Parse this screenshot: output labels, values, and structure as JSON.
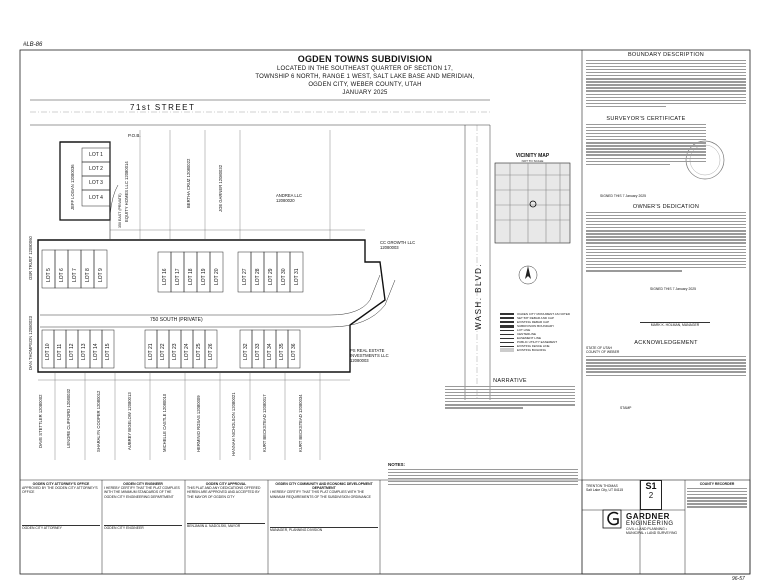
{
  "corner_note": "#LB-86",
  "stamp_bottom_right": "96-57",
  "title": {
    "name": "OGDEN TOWNS SUBDIVISION",
    "lines": [
      "LOCATED IN THE SOUTHEAST QUARTER OF SECTION 17,",
      "TOWNSHIP 6 NORTH, RANGE 1 WEST, SALT LAKE BASE AND MERIDIAN,",
      "OGDEN CITY, WEBER COUNTY, UTAH",
      "JANUARY 2025"
    ]
  },
  "streets": {
    "north": "71st STREET",
    "east": "WASH. BLVD.",
    "private": "750 SOUTH (PRIVATE)",
    "private_north": "350 EAST (PRIVATE)"
  },
  "labels": {
    "pob": "P.O.B.",
    "vicinity": "VICINITY MAP",
    "vicinity_sub": "NOT TO SCALE",
    "narrative": "NARRATIVE",
    "notes": "NOTES:"
  },
  "lots_north": [
    "LOT 1",
    "LOT 2",
    "LOT 3",
    "LOT 4"
  ],
  "lots_row_a": [
    "LOT 5",
    "LOT 6",
    "LOT 7",
    "LOT 8",
    "LOT 9"
  ],
  "lots_row_b": [
    "LOT 16",
    "LOT 17",
    "LOT 18",
    "LOT 19",
    "LOT 20",
    "LOT 27",
    "LOT 28",
    "LOT 29",
    "LOT 30",
    "LOT 31"
  ],
  "lots_row_c": [
    "LOT 10",
    "LOT 11",
    "LOT 12",
    "LOT 13",
    "LOT 14",
    "LOT 15",
    "LOT 21",
    "LOT 22",
    "LOT 23",
    "LOT 24",
    "LOT 25",
    "LOT 26",
    "LOT 32",
    "LOT 33",
    "LOT 34",
    "LOT 35",
    "LOT 36"
  ],
  "owners": {
    "jeff_logan": [
      "JEFF LOGAN",
      "12080036"
    ],
    "equity_homes": [
      "EQUITY HOMES LLC",
      "12080014"
    ],
    "bertha_cruz": [
      "BERTHA CRUZ",
      "12080022"
    ],
    "joe_garner": [
      "JOE GARNER",
      "12080032"
    ],
    "andrea": [
      "ANDREA LLC",
      "12080020"
    ],
    "cc_growth": [
      "CC GROWTH LLC",
      "12080003"
    ],
    "osr_trust": [
      "OSR TRUST",
      "12080060"
    ],
    "dan_thompson": [
      "DAN THOMPSON",
      "12080023"
    ],
    "ps_real_estate": [
      "PS REAL ESTATE",
      "INVESTMENTS LLC",
      "12080003"
    ],
    "south": [
      [
        "DAVE STETTLER",
        "12080002"
      ],
      [
        "LENORE CLIFFORD",
        "12080032"
      ],
      [
        "SHARALYN COOPER",
        "12080012"
      ],
      [
        "AUBREY BIGELOW",
        "12080013"
      ],
      [
        "MICHELLE CASTLE",
        "12080010"
      ],
      [
        "HERMINIO ROSAS",
        "12080009"
      ],
      [
        "HANNAH NICHOLSON",
        "12080021"
      ],
      [
        "KURT BECKSTEAD",
        "12080017"
      ],
      [
        "KURT BECKSTEAD",
        "12080034"
      ]
    ]
  },
  "right_panel": {
    "boundary": "BOUNDARY DESCRIPTION",
    "surveyor": "SURVEYOR'S CERTIFICATE",
    "owners_dedication": "OWNER'S DEDICATION",
    "acknowledgement": "ACKNOWLEDGEMENT",
    "signed_note": "SIGNED THIS",
    "day": "7",
    "month": "January",
    "year": "2025",
    "state": "STATE OF UTAH",
    "county": "COUNTY OF WEBER",
    "stamp": "STAMP",
    "manager": "MARK K. HOLMAN, MANAGER"
  },
  "approvals": [
    {
      "title": "OGDEN CITY ATTORNEY'S OFFICE",
      "text": "APPROVED BY THE OGDEN CITY ATTORNEY'S OFFICE",
      "signer": "OGDEN CITY ATTORNEY"
    },
    {
      "title": "OGDEN CITY ENGINEER",
      "text": "I HEREBY CERTIFY THAT THE PLAT COMPLIES WITH THE MINIMUM STANDARDS OF THE OGDEN CITY ENGINEERING DEPARTMENT",
      "signer": "OGDEN CITY ENGINEER"
    },
    {
      "title": "OGDEN CITY APPROVAL",
      "text": "THIS PLAT AND ANY DEDICATIONS OFFERED HEREIN ARE APPROVED AND ACCEPTED BY THE MAYOR OF OGDEN CITY",
      "signer": "BENJAMIN A. NADOLSKI, MAYOR"
    },
    {
      "title": "OGDEN CITY COMMUNITY AND ECONOMIC DEVELOPMENT DEPARTMENT",
      "text": "I HEREBY CERTIFY THAT THIS PLAT COMPLIES WITH THE MINIMUM REQUIREMENTS OF THE SUBDIVISION ORDINANCE",
      "signer": "MANAGER, PLANNING DIVISION"
    }
  ],
  "sheet": {
    "label": "S1",
    "number": "2",
    "recorder": "COUNTY RECORDER"
  },
  "firm": {
    "name": "GARDNER",
    "sub": "ENGINEERING",
    "tag": "CIVIL • LAND PLANNING • MUNICIPAL • LAND SURVEYING"
  },
  "client": {
    "name": "TRENTON THOMAS",
    "city": "Salt Lake City, UT 84115"
  },
  "legend_items": [
    "OGDEN CITY MONUMENT AS NOTED",
    "SET 5/8\" REBAR AND CAP",
    "EXISTING REBAR CAP",
    "SUBDIVISION BOUNDARY",
    "LOT LINE",
    "CENTERLINE",
    "EASEMENT LINE",
    "PUBLIC UTILITY EASEMENT",
    "EXISTING FENCE LINE",
    "EXISTING BUILDING"
  ],
  "colors": {
    "ink": "#111111",
    "lot_border": "#222222",
    "seal": "#777777"
  }
}
